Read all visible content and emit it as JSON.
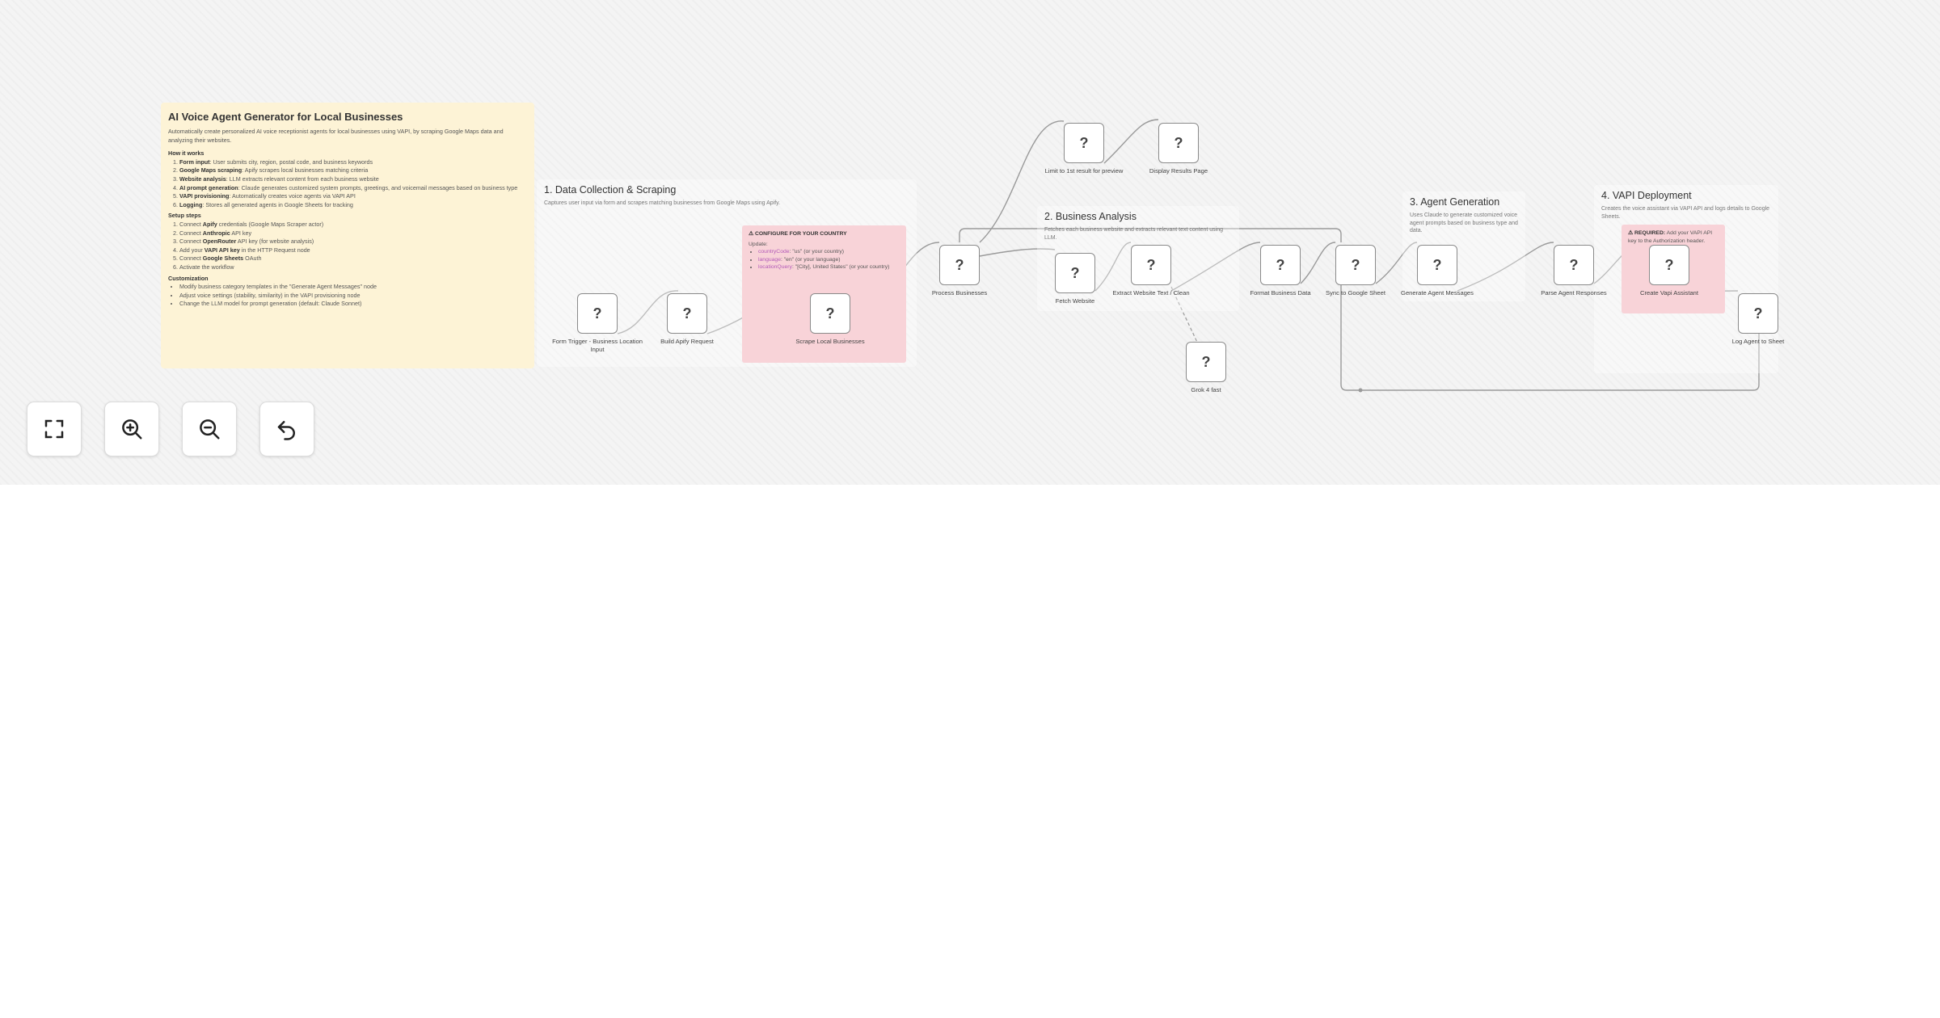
{
  "sticky_note": {
    "title": "AI Voice Agent Generator for Local Businesses",
    "description": "Automatically create personalized AI voice receptionist agents for local businesses using VAPI, by scraping Google Maps data and analyzing their websites.",
    "how_heading": "How it works",
    "how_items": [
      {
        "bold": "Form input",
        "text": ": User submits city, region, postal code, and business keywords"
      },
      {
        "bold": "Google Maps scraping",
        "text": ": Apify scrapes local businesses matching criteria"
      },
      {
        "bold": "Website analysis",
        "text": ": LLM extracts relevant content from each business website"
      },
      {
        "bold": "AI prompt generation",
        "text": ": Claude generates customized system prompts, greetings, and voicemail messages based on business type"
      },
      {
        "bold": "VAPI provisioning",
        "text": ": Automatically creates voice agents via VAPI API"
      },
      {
        "bold": "Logging",
        "text": ": Stores all generated agents in Google Sheets for tracking"
      }
    ],
    "setup_heading": "Setup steps",
    "setup_items": [
      {
        "pre": "Connect ",
        "bold": "Apify",
        "text": " credentials (Google Maps Scraper actor)"
      },
      {
        "pre": "Connect ",
        "bold": "Anthropic",
        "text": " API key"
      },
      {
        "pre": "Connect ",
        "bold": "OpenRouter",
        "text": " API key (for website analysis)"
      },
      {
        "pre": "Add your ",
        "bold": "VAPI API key",
        "text": " in the HTTP Request node"
      },
      {
        "pre": "Connect ",
        "bold": "Google Sheets",
        "text": " OAuth"
      },
      {
        "pre": "",
        "bold": "",
        "text": "Activate the workflow"
      }
    ],
    "custom_heading": "Customization",
    "custom_items": [
      "Modify business category templates in the \"Generate Agent Messages\" node",
      "Adjust voice settings (stability, similarity) in the VAPI provisioning node",
      "Change the LLM model for prompt generation (default: Claude Sonnet)"
    ]
  },
  "sections": {
    "data_collection": {
      "title": "1. Data Collection & Scraping",
      "description": "Captures user input via form and scrapes matching businesses from Google Maps using Apify."
    },
    "business_analysis": {
      "title": "2. Business Analysis",
      "description": "Fetches each business website and extracts relevant text content using LLM."
    },
    "agent_generation": {
      "title": "3. Agent Generation",
      "description": "Uses Claude to generate customized voice agent prompts based on business type and data."
    },
    "vapi_deployment": {
      "title": "4. VAPI Deployment",
      "description": "Creates the voice assistant via VAPI API and logs details to Google Sheets."
    }
  },
  "configure_note": {
    "heading": "⚠ CONFIGURE FOR YOUR COUNTRY",
    "update_label": "Update:",
    "items": [
      {
        "key": "countryCode",
        "value": ": \"us\" (or your country)"
      },
      {
        "key": "language",
        "value": ": \"en\" (or your language)"
      },
      {
        "key": "locationQuery",
        "value": ": \"[City], United States\" (or your country)"
      }
    ]
  },
  "required_note": {
    "heading": "⚠ REQUIRED:",
    "text": " Add your VAPI API key to the Authorization header."
  },
  "nodes": [
    {
      "glyph": "?",
      "label": "Form Trigger - Business Location Input"
    },
    {
      "glyph": "?",
      "label": "Build Apify Request"
    },
    {
      "glyph": "?",
      "label": "Scrape Local Businesses"
    },
    {
      "glyph": "?",
      "label": "Process Businesses"
    },
    {
      "glyph": "?",
      "label": "Limit to 1st result for preview"
    },
    {
      "glyph": "?",
      "label": "Display Results Page"
    },
    {
      "glyph": "?",
      "label": "Fetch Website"
    },
    {
      "glyph": "?",
      "label": "Extract Website Text / Clean"
    },
    {
      "glyph": "?",
      "label": "Grok 4 fast"
    },
    {
      "glyph": "?",
      "label": "Format Business Data"
    },
    {
      "glyph": "?",
      "label": "Sync to Google Sheet"
    },
    {
      "glyph": "?",
      "label": "Generate Agent Messages"
    },
    {
      "glyph": "?",
      "label": "Parse Agent Responses"
    },
    {
      "glyph": "?",
      "label": "Create Vapi Assistant"
    },
    {
      "glyph": "?",
      "label": "Log Agent to Sheet"
    }
  ],
  "controls": {
    "fit": "fit-view",
    "zoom_in": "zoom-in",
    "zoom_out": "zoom-out",
    "reset": "reset-zoom"
  }
}
